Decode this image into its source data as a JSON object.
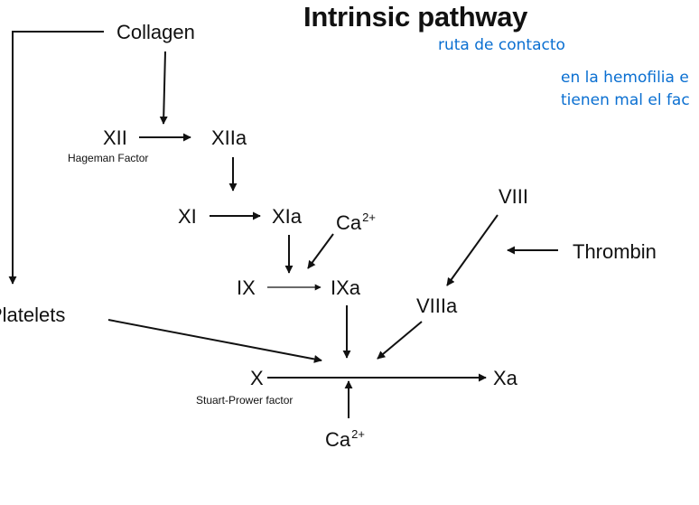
{
  "title": "Intrinsic pathway",
  "annotations": {
    "note1": "ruta de contacto",
    "note2_line1": "en la hemofilia e",
    "note2_line2": "tienen mal el fac",
    "color": "#0a6fd1"
  },
  "nodes": {
    "collagen": "Collagen",
    "xii": "XII",
    "xiia": "XIIa",
    "hageman": "Hageman Factor",
    "xi": "XI",
    "xia": "XIa",
    "ca_top_base": "Ca",
    "ca_top_sup": "2+",
    "ix": "IX",
    "ixa": "IXa",
    "viii": "VIII",
    "viiia": "VIIIa",
    "thrombin": "Thrombin",
    "platelets": "Platelets",
    "x": "X",
    "xa": "Xa",
    "stuart": "Stuart-Prower factor",
    "ca_bottom_base": "Ca",
    "ca_bottom_sup": "2+"
  }
}
